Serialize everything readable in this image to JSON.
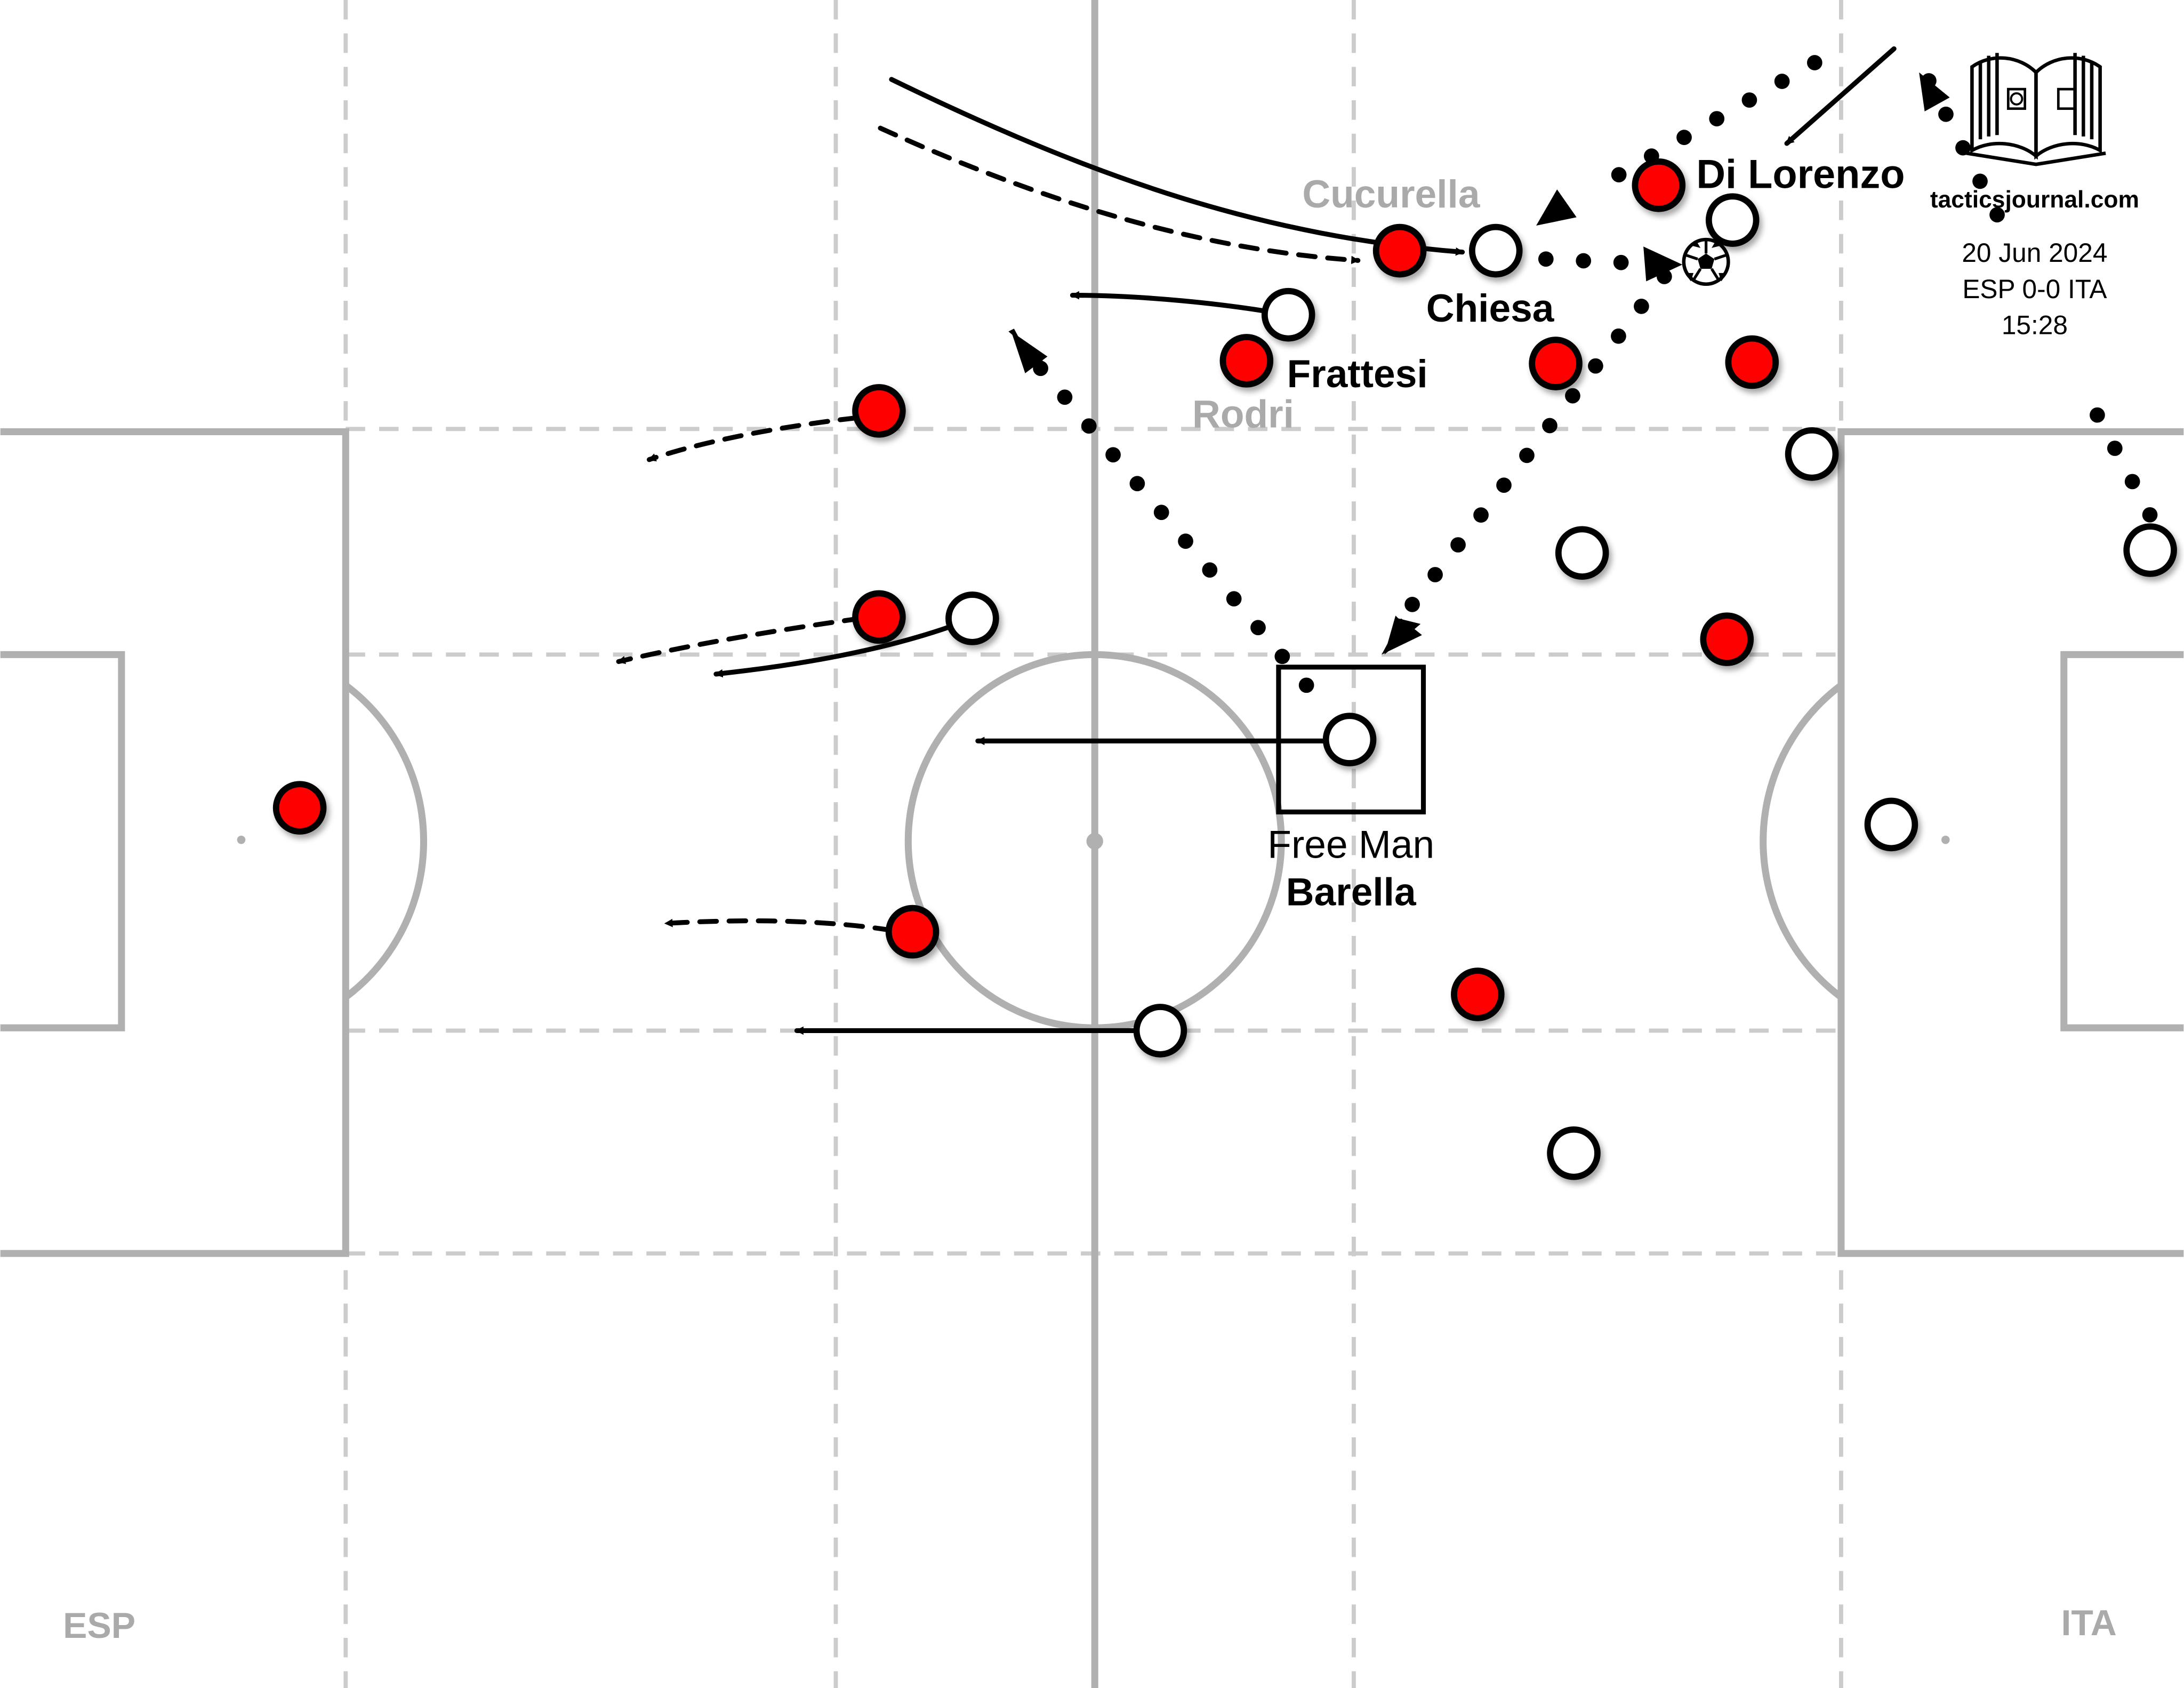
{
  "colors": {
    "line": "#b0b0b0",
    "grid": "#cccccc",
    "home": "#ff0000",
    "away": "#ffffff",
    "ink": "#000000",
    "muted": "#aaaaaa"
  },
  "labels": {
    "cucurella": "Cucurella",
    "di_lorenzo": "Di Lorenzo",
    "chiesa": "Chiesa",
    "frattesi": "Frattesi",
    "rodri": "Rodri",
    "free_man": "Free Man",
    "barella": "Barella",
    "team_left": "ESP",
    "team_right": "ITA"
  },
  "brand": {
    "site": "tacticsjournal.com",
    "date": "20 Jun 2024",
    "score": "ESP 0-0 ITA",
    "time": "15:28",
    "logo_icon": "open-book-icon"
  },
  "icons": {
    "ball": "football-icon"
  }
}
